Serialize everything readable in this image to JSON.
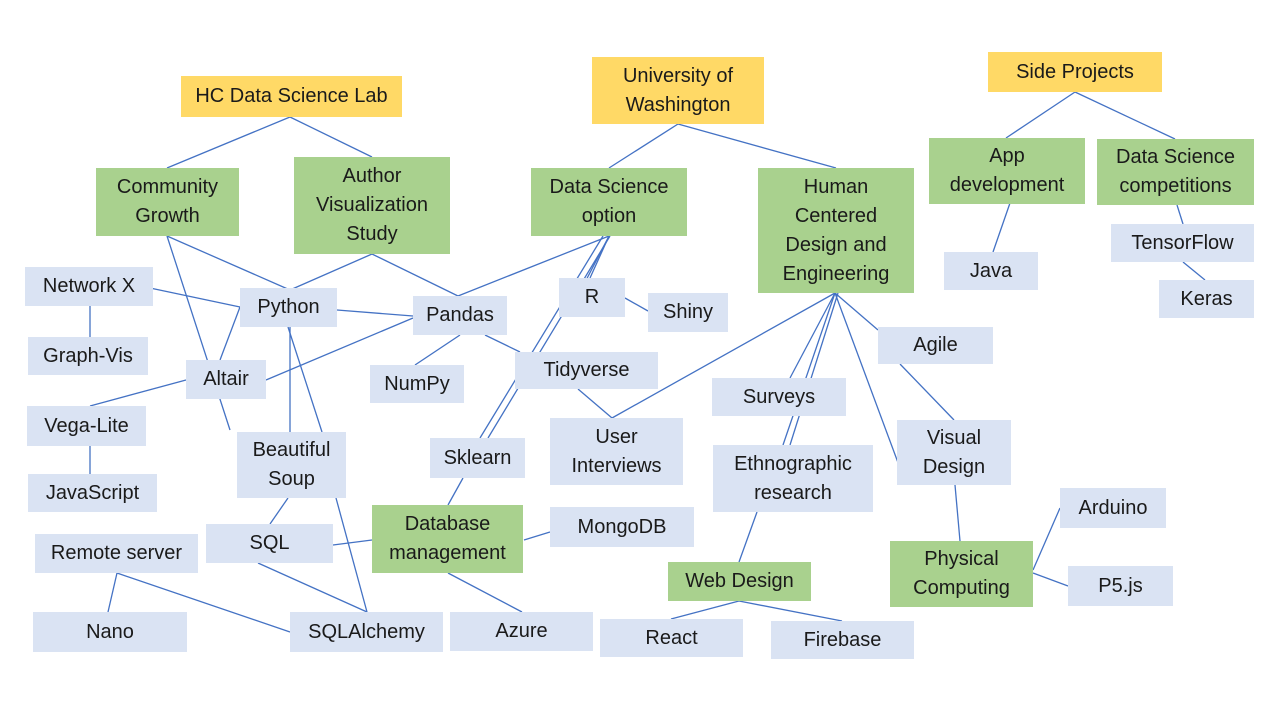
{
  "palette": {
    "org": "#ffd966",
    "area": "#a9d18e",
    "skill": "#dae3f3",
    "line": "#4472c4"
  },
  "nodes": {
    "hc_lab": "HC Data Science Lab",
    "uw": "University of\nWashington",
    "side_projects": "Side Projects",
    "community_growth": "Community\nGrowth",
    "author_viz": "Author\nVisualization\nStudy",
    "ds_option": "Data Science\noption",
    "hcde": "Human\nCentered\nDesign and\nEngineering",
    "app_dev": "App\ndevelopment",
    "ds_comp": "Data Science\ncompetitions",
    "network_x": "Network X",
    "graph_vis": "Graph-Vis",
    "python": "Python",
    "pandas": "Pandas",
    "r": "R",
    "shiny": "Shiny",
    "altair": "Altair",
    "numpy": "NumPy",
    "tidyverse": "Tidyverse",
    "vega_lite": "Vega-Lite",
    "javascript": "JavaScript",
    "beautiful_soup": "Beautiful\nSoup",
    "sklearn": "Sklearn",
    "user_interviews": "User\nInterviews",
    "surveys": "Surveys",
    "agile": "Agile",
    "ethnographic": "Ethnographic\nresearch",
    "visual_design": "Visual\nDesign",
    "java": "Java",
    "tensorflow": "TensorFlow",
    "keras": "Keras",
    "remote_server": "Remote server",
    "sql": "SQL",
    "db_mgmt": "Database\nmanagement",
    "mongodb": "MongoDB",
    "arduino": "Arduino",
    "physical_computing": "Physical\nComputing",
    "p5js": "P5.js",
    "web_design": "Web Design",
    "nano": "Nano",
    "sqlalchemy": "SQLAlchemy",
    "azure": "Azure",
    "react": "React",
    "firebase": "Firebase"
  }
}
